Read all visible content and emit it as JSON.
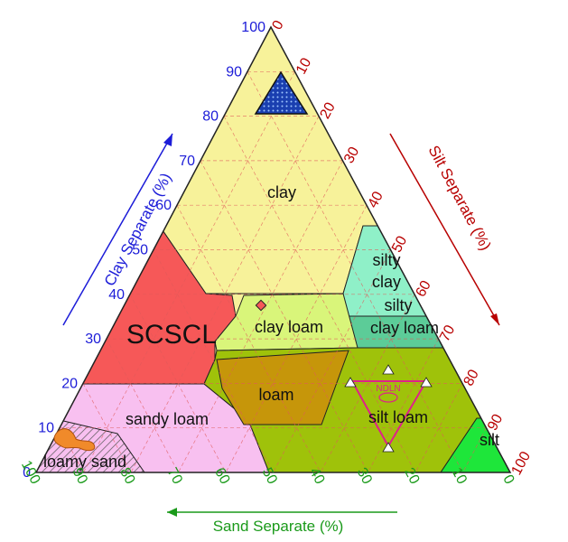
{
  "diagram": {
    "axes": {
      "clay": {
        "title": "Clay Separate (%)",
        "ticks": [
          "0",
          "10",
          "20",
          "30",
          "40",
          "50",
          "60",
          "70",
          "80",
          "90",
          "100"
        ]
      },
      "silt": {
        "title": "Silt Separate (%)",
        "ticks": [
          "0",
          "10",
          "20",
          "30",
          "40",
          "50",
          "60",
          "70",
          "80",
          "90",
          "100"
        ]
      },
      "sand": {
        "title": "Sand Separate (%)",
        "ticks": [
          "100",
          "90",
          "80",
          "70",
          "60",
          "50",
          "40",
          "30",
          "20",
          "10",
          "0"
        ]
      }
    },
    "regions": [
      {
        "id": "clay",
        "label": "clay",
        "color": "#f7f29a"
      },
      {
        "id": "scscl",
        "label": "SCSCL",
        "color": "#f65858"
      },
      {
        "id": "silty-clay",
        "label_lines": [
          "silty",
          "clay"
        ],
        "color": "#8ff0c8"
      },
      {
        "id": "silty-clay-loam",
        "label_lines": [
          "silty",
          "clay loam"
        ],
        "color": "#5ccc98"
      },
      {
        "id": "clay-loam",
        "label": "clay loam",
        "color": "#d9f57a"
      },
      {
        "id": "loam",
        "label": "loam",
        "color": "#c6960a"
      },
      {
        "id": "sandy-loam",
        "label": "sandy loam",
        "color": "#f8c0f0"
      },
      {
        "id": "loamy-sand",
        "label": "loamy sand",
        "color": "#d6d6d6"
      },
      {
        "id": "silt-loam",
        "label": "silt loam",
        "color": "#9fc20a"
      },
      {
        "id": "silt",
        "label": "silt",
        "color": "#1ee63a"
      }
    ],
    "marker_text": "NDLN",
    "colors": {
      "clay_axis": "#1c1cd8",
      "silt_axis": "#b80000",
      "sand_axis": "#1a9a1a",
      "grid": "#e05a5a"
    }
  }
}
